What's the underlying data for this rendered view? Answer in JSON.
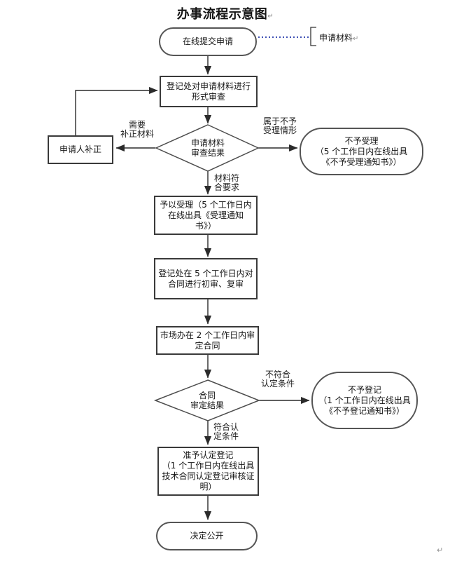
{
  "title": {
    "text": "办事流程示意图",
    "mark": "↵"
  },
  "annotation": {
    "label": "申请材料",
    "mark": "↵"
  },
  "nodes": {
    "start": "在线提交申请",
    "formal_review": "登记处对申请材料进行\n形式审查",
    "applicant_correct": "申请人补正",
    "materials_decision": "申请材料\n审查结果",
    "not_accepted": "不予受理\n（5 个工作日内在线出具\n《不予受理通知书》）",
    "accepted": "予以受理（5 个工作日内\n在线出具《受理通知\n书》）",
    "contract_review": "登记处在 5 个工作日内对\n合同进行初审、复审",
    "market_review": "市场办在 2 个工作日内审\n定合同",
    "contract_decision": "合同\n审定结果",
    "not_registered": "不予登记\n（1 个工作日内在线出具\n《不予登记通知书》）",
    "approve_register": "准予认定登记\n（1 个工作日内在线出具\n技术合同认定登记审核证\n明）",
    "publish": "决定公开"
  },
  "edge_labels": {
    "need_correction": "需要\n补正材料",
    "not_accept_case": "属于不予\n受理情形",
    "materials_ok": "材料符\n合要求",
    "not_meet": "不符合\n认定条件",
    "meet": "符合认\n定条件"
  },
  "footer": {
    "mark": "↵"
  },
  "colors": {
    "line": "#2b2b2b",
    "node_border": "#3a3a3a",
    "dotted_line": "#3f51b5",
    "text": "#141414",
    "mark": "#8a8a8a"
  }
}
